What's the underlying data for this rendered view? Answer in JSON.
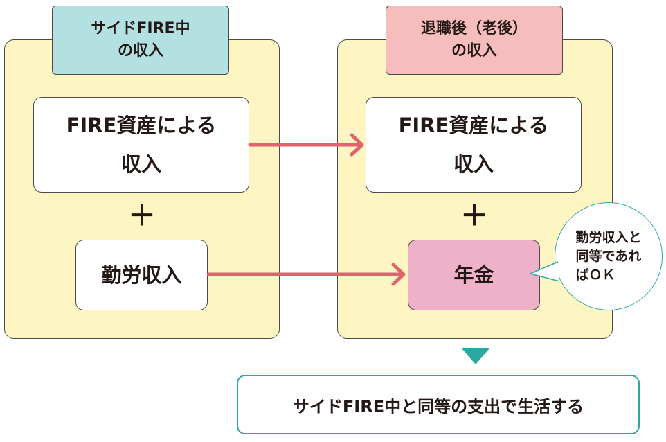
{
  "left_column": {
    "header": {
      "line1": "サイドFIRE中",
      "line2": "の収入"
    },
    "fire_income": {
      "line1": "FIRE資産による",
      "line2": "収入"
    },
    "plus": "＋",
    "labor_income": "勤労収入"
  },
  "right_column": {
    "header": {
      "line1": "退職後（老後）",
      "line2": "の収入"
    },
    "fire_income": {
      "line1": "FIRE資産による",
      "line2": "収入"
    },
    "plus": "＋",
    "pension": "年金"
  },
  "callout": {
    "line1": "勤労収入と",
    "line2": "同等であれ",
    "line3": "ばＯＫ"
  },
  "result": "サイドFIRE中と同等の支出で生活する",
  "colors": {
    "panel": "#fdf6c3",
    "left_header": "#b3e0e1",
    "right_header": "#f5bebc",
    "pension_box": "#eeb1c8",
    "arrow": "#e0626d",
    "teal": "#2aa9a4"
  }
}
